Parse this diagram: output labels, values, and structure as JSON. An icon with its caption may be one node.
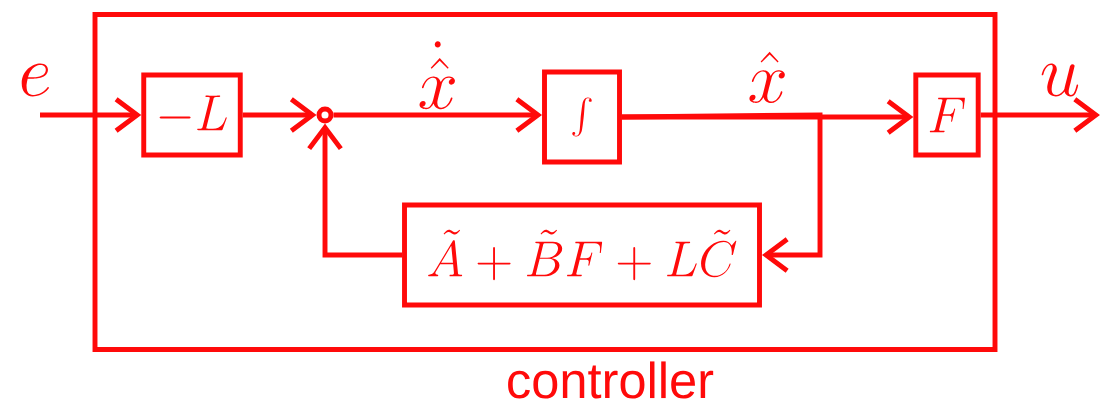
{
  "diagram": {
    "nodes": [
      {
        "text": [
          "controller"
        ]
      },
      {
        "text": [
          "-L"
        ],
        "in": 0
      },
      {
        "text": [],
        "shape": "circle",
        "in": 0
      },
      {
        "text": [
          "\\int"
        ],
        "in": 0
      },
      {
        "text": [
          "F"
        ],
        "in": 0
      },
      {
        "text": [
          "\\tilde{A}+\\tilde{B}F+L\\tilde{C}"
        ],
        "in": 0
      }
    ],
    "edges": [
      {
        "from": null,
        "to": 1,
        "arrow": "to",
        "label": "e"
      },
      {
        "from": 1,
        "to": 2,
        "arrow": "to"
      },
      {
        "from": 2,
        "to": 3,
        "arrow": "to",
        "label": "\\dot{\\hat{x}}"
      },
      {
        "from": 3,
        "to": 4,
        "arrow": "to",
        "label": "\\hat{x}"
      },
      {
        "from": 3,
        "to": 5,
        "arrow": "to"
      },
      {
        "from": 5,
        "to": 2,
        "arrow": "to"
      },
      {
        "from": 4,
        "to": null,
        "arrow": "to",
        "label": "u"
      }
    ]
  }
}
